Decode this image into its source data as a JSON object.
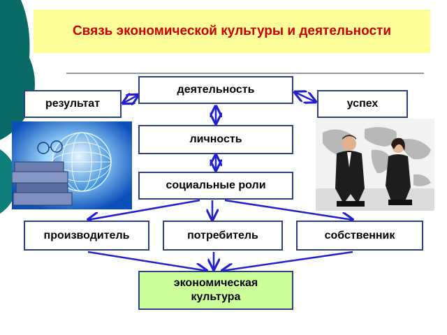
{
  "title": "Связь экономической культуры и деятельности",
  "nodes": {
    "activity": "деятельность",
    "result": "результат",
    "success": "успех",
    "personality": "личность",
    "social_roles": "социальные роли",
    "producer": "производитель",
    "consumer": "потребитель",
    "owner": "собственник",
    "economic_culture": "экономическая культура"
  },
  "colors": {
    "title_bg": "#ffff99",
    "title_text": "#cc0000",
    "border": "#2e3f86",
    "arrow": "#2020d0",
    "result_node_bg": "#ccff99",
    "side_decoration": "#0a6b66"
  },
  "images": {
    "left": "books-and-globe-photo",
    "right": "business-people-world-map-photo"
  }
}
